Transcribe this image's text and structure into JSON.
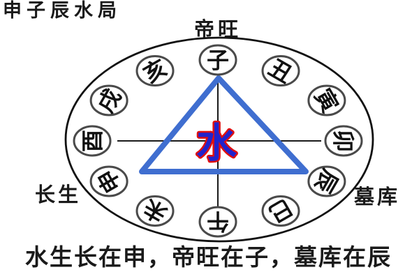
{
  "title": "申子辰水局",
  "caption": "水生长在申，帝旺在子，墓库在辰",
  "labels": {
    "top": "帝旺",
    "left": "长生",
    "right": "墓库"
  },
  "diagram": {
    "center_char": "水",
    "branches": [
      {
        "char": "子",
        "name": "zi",
        "angle": 0
      },
      {
        "char": "丑",
        "name": "chou",
        "angle": 30
      },
      {
        "char": "寅",
        "name": "yin",
        "angle": 60
      },
      {
        "char": "卯",
        "name": "mao",
        "angle": 90
      },
      {
        "char": "辰",
        "name": "chen",
        "angle": 120
      },
      {
        "char": "巳",
        "name": "si",
        "angle": 150
      },
      {
        "char": "午",
        "name": "wu",
        "angle": 180
      },
      {
        "char": "未",
        "name": "wei",
        "angle": 210
      },
      {
        "char": "申",
        "name": "shen",
        "angle": 240
      },
      {
        "char": "酉",
        "name": "you",
        "angle": 270
      },
      {
        "char": "戌",
        "name": "xu",
        "angle": 300
      },
      {
        "char": "亥",
        "name": "hai",
        "angle": 330
      }
    ],
    "triangle_vertices": [
      "子",
      "辰",
      "申"
    ],
    "colors": {
      "triangle": "#3f6ed0",
      "center_fill": "#2222cc",
      "center_outline": "#e01010",
      "circle_stroke": "#4a4a4a",
      "outer_stroke": "#111111",
      "line": "#1a1a1a",
      "text": "#111111"
    }
  }
}
